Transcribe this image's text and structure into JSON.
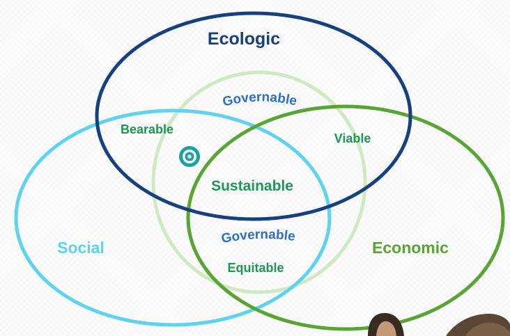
{
  "colors": {
    "ecologic": "#17407e",
    "social": "#5fd2ee",
    "economic": "#5aa335",
    "governance_ring": "#cfeac2",
    "inner_label": "#1e9654",
    "governable": "#2c6fc4",
    "target_outer": "#1aa3a6",
    "target_inner": "#ffffff"
  },
  "circles": {
    "ecologic": "Ecologic",
    "social": "Social",
    "economic": "Economic"
  },
  "regions": {
    "bearable": "Bearable",
    "viable": "Viable",
    "equitable": "Equitable",
    "sustainable": "Sustainable",
    "governable_top": "Governable",
    "governable_bottom": "Governable"
  },
  "icons": {
    "target": "target-icon",
    "corner_photo": "people-photo-fragment"
  }
}
